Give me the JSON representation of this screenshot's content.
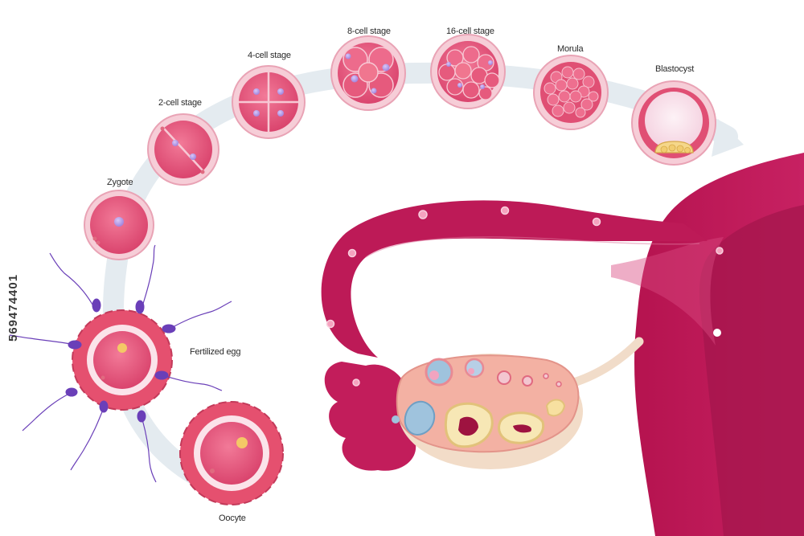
{
  "labels": {
    "zygote": "Zygote",
    "two_cell": "2-cell stage",
    "four_cell": "4-cell stage",
    "eight_cell": "8-cell stage",
    "sixteen_cell": "16-cell stage",
    "morula": "Morula",
    "blastocyst": "Blastocyst",
    "fertilized_egg": "Fertilized egg",
    "oocyte": "Oocyte"
  },
  "stock_id": "569474401",
  "colors": {
    "uterus": "#c2185b",
    "uterus_dark": "#9c1049",
    "cell_pink": "#e8577a",
    "zona": "#f3c4cf",
    "nucleus": "#b89ee6",
    "arrow": "#e5ebf0",
    "ovary": "#f3b9a6",
    "sperm": "#6a3fb8"
  }
}
